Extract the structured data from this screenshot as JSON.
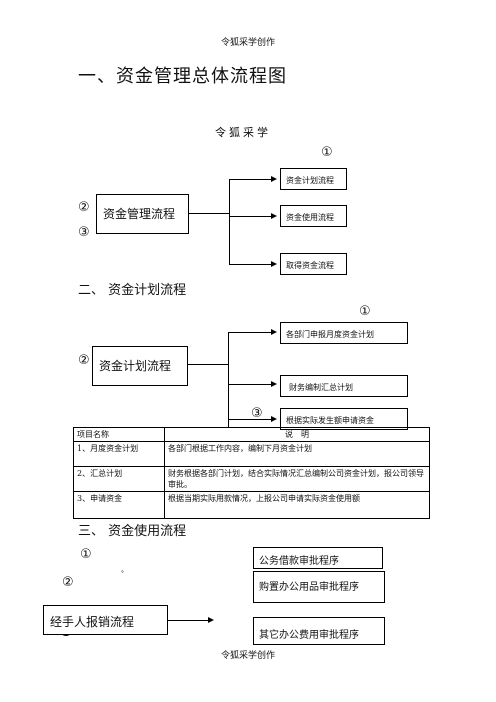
{
  "page": {
    "header": "令狐采学创作",
    "footer": "令狐采学创作"
  },
  "section1": {
    "title": "一、资金管理总体流程图",
    "author": "令狐采学",
    "markers": {
      "one": "①",
      "two": "②",
      "three": "③"
    },
    "main_box": "资金管理流程",
    "branches": [
      "资金计划流程",
      "资金使用流程",
      "取得资金流程"
    ]
  },
  "section2": {
    "title": "二、 资金计划流程",
    "markers": {
      "one": "①",
      "two": "②",
      "three": "③"
    },
    "main_box": "资金计划流程",
    "branches": [
      "各部门申报月度资金计划",
      "财务编制汇总计划",
      "根据实际发生额申请资金"
    ],
    "table": {
      "headers": [
        "项目名称",
        "说　明"
      ],
      "rows": [
        [
          "1、月度资金计划",
          "各部门根据工作内容，编制下月资金计划"
        ],
        [
          "2、汇总计划",
          "财务根据各部门计划，结合实际情况汇总编制公司资金计划，报公司领导审批。"
        ],
        [
          "3、申请资金",
          "根据当期实际用款情况，上报公司申请实际资金使用额"
        ]
      ]
    }
  },
  "section3": {
    "title": "三、 资金使用流程",
    "markers": {
      "one": "①",
      "two": "②",
      "tiny_mark": "°"
    },
    "main_box": "经手人报销流程",
    "branches": [
      "公务借款审批程序",
      "购置办公用品审批程序",
      "其它办公费用审批程序"
    ]
  }
}
